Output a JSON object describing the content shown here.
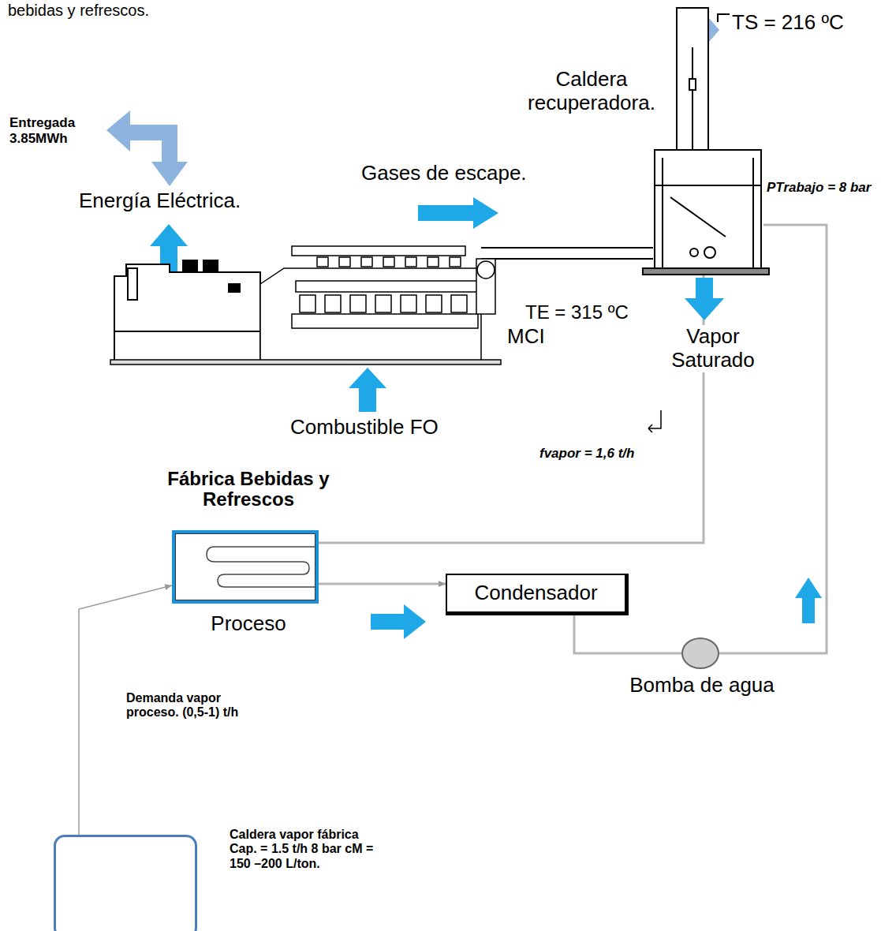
{
  "diagram": {
    "nodes": [
      {
        "text": [
          "MCI"
        ]
      },
      {
        "text": [
          "Caldera recuperadora."
        ]
      },
      {
        "text": [
          "Fábrica Bebidas y Refrescos",
          "Proceso"
        ]
      },
      {
        "text": [
          "Condensador"
        ]
      },
      {
        "text": [
          "Bomba de agua"
        ]
      },
      {
        "text": [
          "Caldera vapor fábrica Cap. = 1.5 t/h 8 bar cM = 150 –200 L/ton."
        ]
      }
    ],
    "edges": [
      {
        "from": 0,
        "to": 1,
        "arrow": "none",
        "label": "Gases de escape."
      },
      {
        "from": 1,
        "to": 2,
        "arrow": "none",
        "label": "Vapor Saturado"
      },
      {
        "from": 2,
        "to": 3,
        "arrow": "to"
      },
      {
        "from": 3,
        "to": 4,
        "arrow": "none"
      },
      {
        "from": 4,
        "to": 1,
        "arrow": "none"
      },
      {
        "from": 5,
        "to": 2,
        "arrow": "to",
        "label": "Demanda vapor proceso. (0,5-1) t/h"
      }
    ],
    "labels": [
      "bebidas y refrescos.",
      "Entregada 3.85MWh",
      "Energía Eléctrica.",
      "TS = 216 ºC",
      "PTrabajo = 8 bar",
      "TE = 315 ºC",
      "Combustible FO",
      "fvapor = 1,6 t/h"
    ]
  }
}
